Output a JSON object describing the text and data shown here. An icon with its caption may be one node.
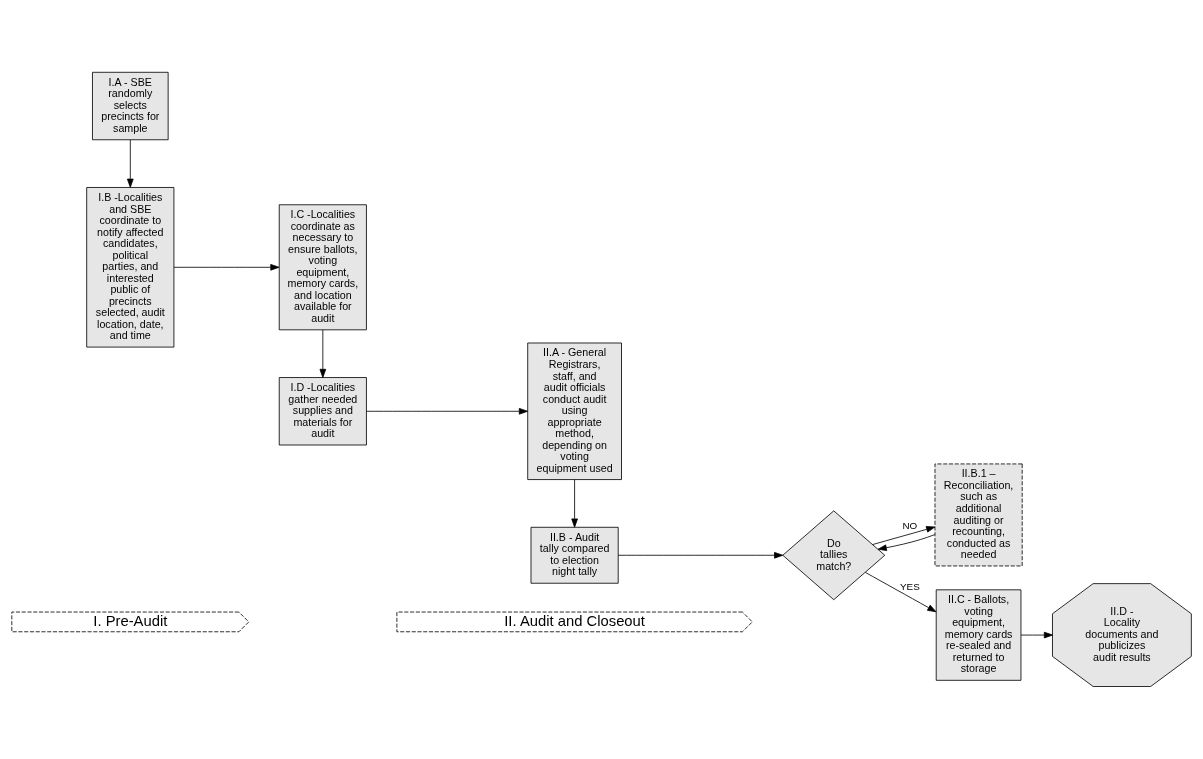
{
  "diagram": {
    "nodes": [
      {
        "text": [
          "I. Pre-Audit"
        ]
      },
      {
        "text": [
          "II. Audit and Closeout"
        ]
      },
      {
        "text": [
          "I.A - SBE randomly selects precincts for sample"
        ]
      },
      {
        "text": [
          "I.B -Localities and SBE coordinate to notify affected candidates, political parties, and interested public of precincts selected, audit location, date, and time"
        ]
      },
      {
        "text": [
          "I.C -Localities coordinate as necessary to ensure ballots, voting equipment, memory cards, and location available for audit"
        ]
      },
      {
        "text": [
          "I.D -Localities gather needed supplies and materials for audit"
        ]
      },
      {
        "text": [
          "II.A - General Registrars, staff, and audit officials conduct audit using appropriate method, depending on voting equipment used"
        ]
      },
      {
        "text": [
          "II.B - Audit tally compared to election night tally"
        ]
      },
      {
        "text": [
          "Do tallies match?"
        ]
      },
      {
        "text": [
          "II.B.1 – Reconciliation, such as additional auditing or recounting, conducted as needed"
        ]
      },
      {
        "text": [
          "II.C - Ballots, voting equipment, memory cards re-sealed and returned to storage"
        ]
      },
      {
        "text": [
          "II.D - Locality documents and publicizes audit results"
        ]
      }
    ],
    "edges": [
      {
        "from": 2,
        "to": 3,
        "arrow": "to"
      },
      {
        "from": 3,
        "to": 4,
        "arrow": "to"
      },
      {
        "from": 4,
        "to": 5,
        "arrow": "to"
      },
      {
        "from": 5,
        "to": 6,
        "arrow": "to"
      },
      {
        "from": 6,
        "to": 7,
        "arrow": "to"
      },
      {
        "from": 7,
        "to": 8,
        "arrow": "to"
      },
      {
        "from": 8,
        "to": 10,
        "arrow": "to",
        "label": "YES"
      },
      {
        "from": 8,
        "to": 9,
        "arrow": "to",
        "label": "NO"
      },
      {
        "from": 9,
        "to": 8,
        "arrow": "to"
      },
      {
        "from": 10,
        "to": 11,
        "arrow": "to"
      }
    ]
  }
}
